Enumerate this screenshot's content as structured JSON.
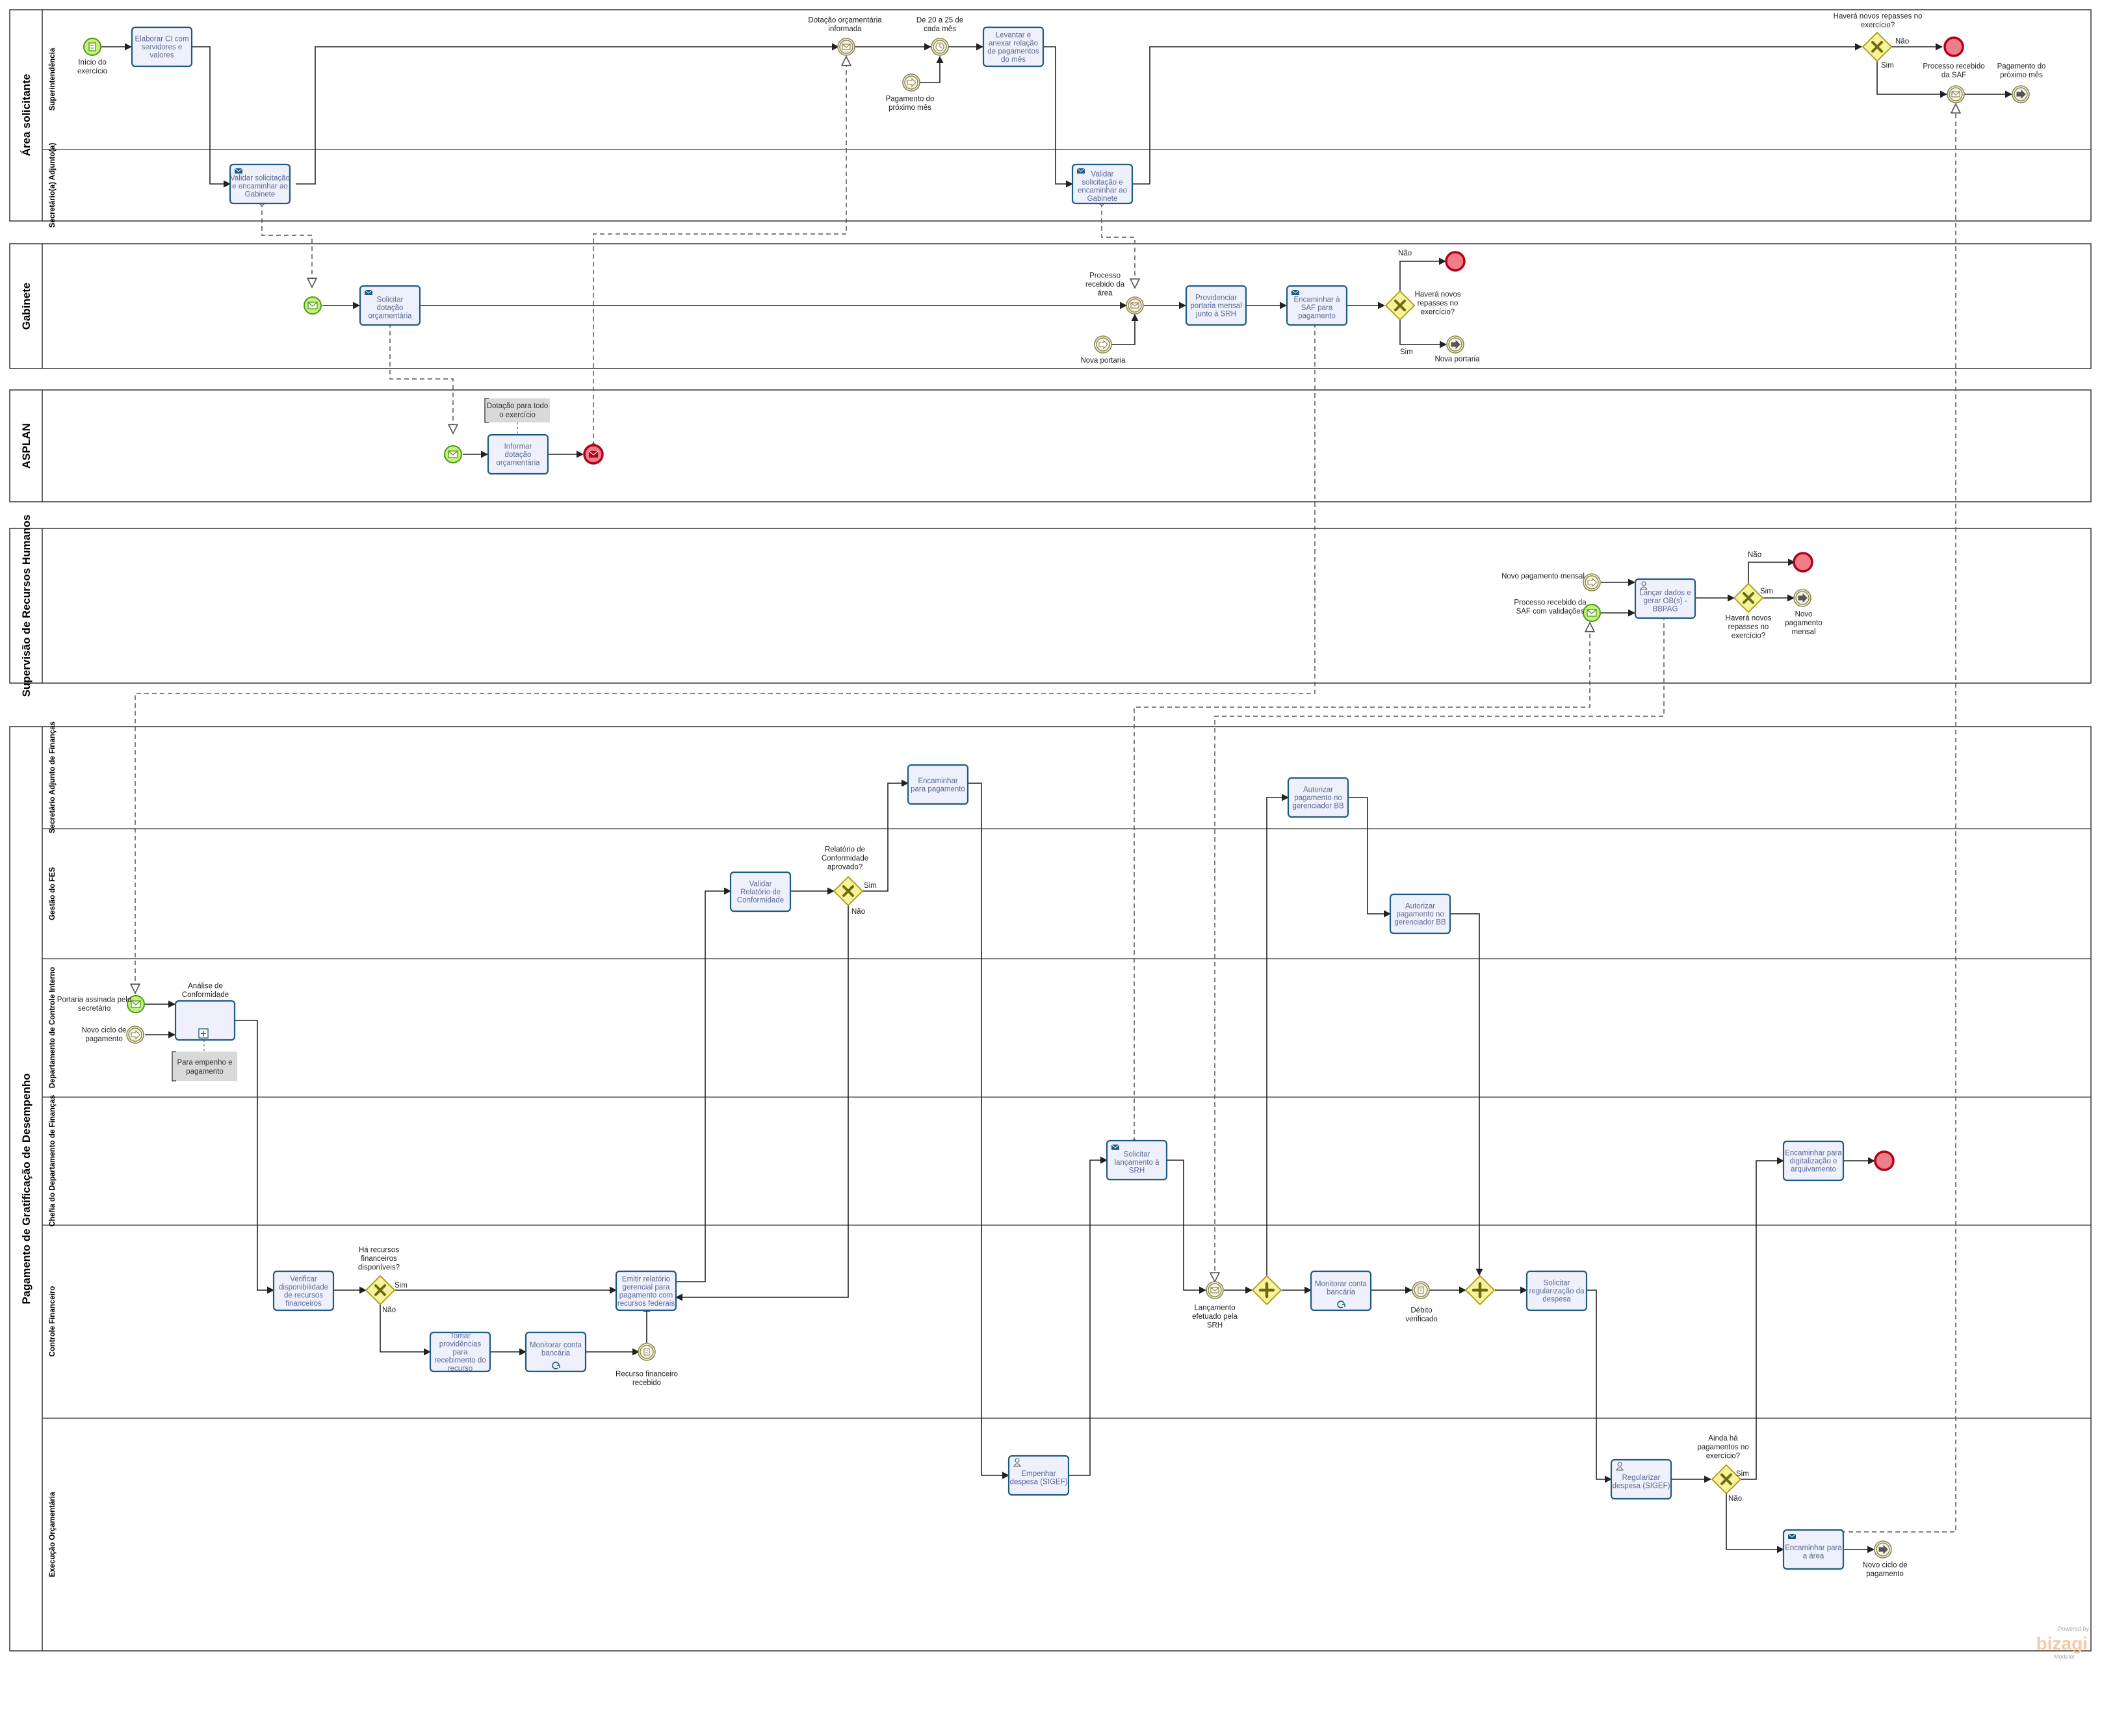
{
  "pools": {
    "area_solicitante": "Área solicitante",
    "gabinete": "Gabinete",
    "asplan": "ASPLAN",
    "srh": "Supervisão de Recursos Humanos",
    "pagamento": "Pagamento de Gratificação de Desempenho"
  },
  "lanes": {
    "superintendencia": "Superintendência",
    "secretario_adjunto": "Secretário(a) Adjunto(a)",
    "sec_adj_financas": "Secretário Adjunto de Finanças",
    "gestao_fes": "Gestão do FES",
    "dep_controle": "Departamento de Controle Interno",
    "chefia_financas": "Chefia do Departamento de Finanças",
    "controle_financeiro": "Controle Financeiro",
    "execucao": "Execução Orçamentária"
  },
  "tasks": {
    "elaborar_ci": [
      "Elaborar CI com",
      "servidores e",
      "valores"
    ],
    "validar_sol_1": [
      "Validar solicitação",
      "e encaminhar ao",
      "Gabinete"
    ],
    "levantar": [
      "Levantar e",
      "anexar relação",
      "de pagamentos",
      "do mês"
    ],
    "validar_sol_2": [
      "Validar",
      "solicitação e",
      "encaminhar ao",
      "Gabinete"
    ],
    "solicitar_dotacao": [
      "Solicitar",
      "dotação",
      "orçamentária"
    ],
    "providenciar": [
      "Providenciar",
      "portaria mensal",
      "junto à SRH"
    ],
    "encaminhar_saf": [
      "Encaminhar à",
      "SAF para",
      "pagamento"
    ],
    "informar_dotacao": [
      "Informar",
      "dotação",
      "orçamentária"
    ],
    "lancar_dados": [
      "Lançar dados e",
      "gerar OB(s) -",
      "BBPAG"
    ],
    "encaminhar_pag": [
      "Encaminhar",
      "para pagamento"
    ],
    "autorizar_1": [
      "Autorizar",
      "pagamento no",
      "gerenciador BB"
    ],
    "validar_rel": [
      "Validar",
      "Relatório de",
      "Conformidade"
    ],
    "autorizar_2": [
      "Autorizar",
      "pagamento no",
      "gerenciador BB"
    ],
    "solicitar_lanc": [
      "Solicitar",
      "lançamento à",
      "SRH"
    ],
    "encaminhar_dig": [
      "Encaminhar para",
      "digitalização e",
      "arquivamento"
    ],
    "verificar": [
      "Verificar",
      "disponibilidade",
      "de recursos",
      "financeiros"
    ],
    "tomar": [
      "Tomar",
      "providências",
      "para",
      "recebimento do",
      "recurso"
    ],
    "monitorar_1": [
      "Monitorar conta",
      "bancária"
    ],
    "emitir": [
      "Emitir relatório",
      "gerencial para",
      "pagamento com",
      "recursos federais"
    ],
    "monitorar_2": [
      "Monitorar conta",
      "bancária"
    ],
    "solicitar_reg": [
      "Solicitar",
      "regularização da",
      "despesa"
    ],
    "empenhar": [
      "Empenhar",
      "despesa (SIGEF)"
    ],
    "regularizar": [
      "Regularizar",
      "despesa (SIGEF)"
    ],
    "encaminhar_area": [
      "Encaminhar para",
      "a área"
    ]
  },
  "subprocess": {
    "analise": [
      "Análise de",
      "Conformidade"
    ]
  },
  "labels": {
    "inicio": [
      "Início do",
      "exercício"
    ],
    "dotacao_informada": [
      "Dotação orçamentária",
      "informada"
    ],
    "de20a25": [
      "De 20 a 25 de",
      "cada mês"
    ],
    "pag_prox_mes": [
      "Pagamento do",
      "próximo mês"
    ],
    "havera_1": [
      "Haverá novos repasses no",
      "exercício?"
    ],
    "proc_saf": [
      "Processo recebido",
      "da SAF"
    ],
    "pag_prox_mes_2": [
      "Pagamento do",
      "próximo mês"
    ],
    "proc_area": [
      "Processo",
      "recebido da",
      "área"
    ],
    "nova_portaria": "Nova portaria",
    "havera_2": [
      "Haverá novos",
      "repasses no",
      "exercício?"
    ],
    "nova_portaria_2": "Nova portaria",
    "novo_pag_mensal": "Novo pagamento mensal",
    "proc_saf_valid": [
      "Processo recebido da",
      "SAF com validações"
    ],
    "havera_3": [
      "Haverá novos",
      "repasses no",
      "exercício?"
    ],
    "novo_pag_mensal_2": [
      "Novo",
      "pagamento",
      "mensal"
    ],
    "portaria_assinada": [
      "Portaria assinada pelo",
      "secretário"
    ],
    "novo_ciclo": [
      "Novo ciclo de",
      "pagamento"
    ],
    "relatorio_aprov": [
      "Relatório de",
      "Conformidade",
      "aprovado?"
    ],
    "ha_recursos": [
      "Há recursos",
      "financeiros",
      "disponíveis?"
    ],
    "recurso_receb": [
      "Recurso financeiro",
      "recebido"
    ],
    "lancamento": [
      "Lançamento",
      "efetuado pela",
      "SRH"
    ],
    "debito": [
      "Débito",
      "verificado"
    ],
    "ainda_ha": [
      "Ainda há",
      "pagamentos no",
      "exercício?"
    ],
    "novo_ciclo_2": [
      "Novo ciclo de",
      "pagamento"
    ],
    "sim": "Sim",
    "nao": "Não"
  },
  "annotations": {
    "dotacao_todo": [
      "Dotação para todo",
      "o exercício"
    ],
    "para_empenho": [
      "Para empenho e",
      "pagamento"
    ]
  },
  "colors": {
    "task_fill": "#eef0fb",
    "task_stroke": "#1f5a82",
    "start_fill": "#c8ef7a",
    "start_stroke": "#4a9a1a",
    "end_fill": "#f07d88",
    "end_stroke": "#b0001a",
    "gateway_fill": "#f7f39a",
    "gateway_stroke": "#a59a10",
    "inter_fill": "#f4f2e0",
    "inter_stroke": "#8b8750"
  },
  "watermark": {
    "top": "Powered by",
    "brand": "bizagi",
    "bottom": "Modeler"
  }
}
